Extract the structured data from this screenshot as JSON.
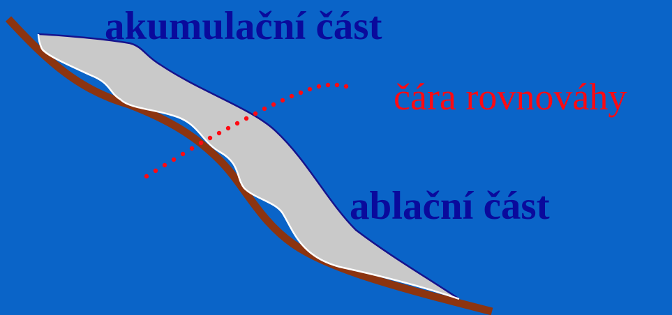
{
  "diagram": {
    "labels": {
      "accumulation": "akumulační část",
      "equilibrium_line": "čára rovnováhy",
      "ablation": "ablační část"
    }
  }
}
